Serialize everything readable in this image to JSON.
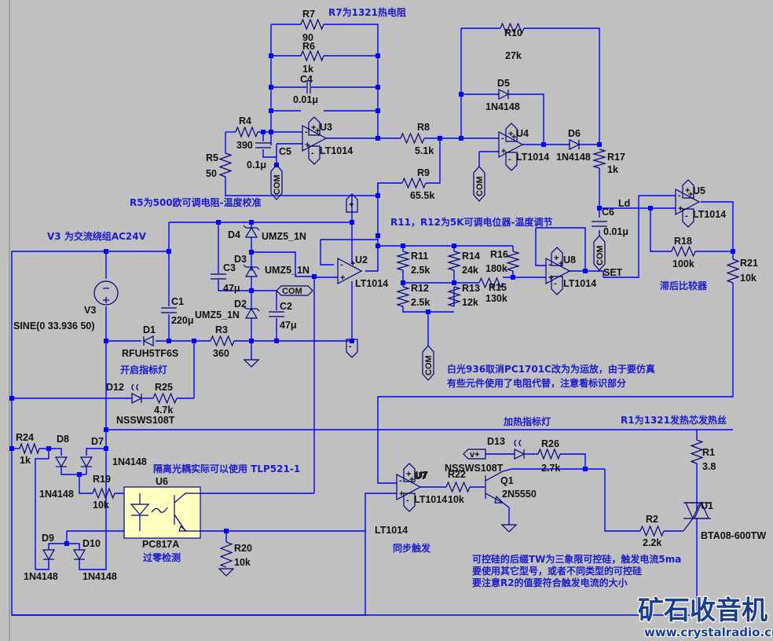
{
  "schematic": {
    "components": {
      "R7": {
        "ref": "R7",
        "value": "90"
      },
      "R6": {
        "ref": "R6",
        "value": "1k"
      },
      "C4": {
        "ref": "C4",
        "value": "0.01μ"
      },
      "R4": {
        "ref": "R4",
        "value": "390"
      },
      "C5": {
        "ref": "C5",
        "value": "0.1μ"
      },
      "R5": {
        "ref": "R5",
        "value": "50"
      },
      "U3": {
        "ref": "U3",
        "value": "LT1014"
      },
      "R8": {
        "ref": "R8",
        "value": "5.1k"
      },
      "R9": {
        "ref": "R9",
        "value": "65.5k"
      },
      "R10": {
        "ref": "R10",
        "value": "27k"
      },
      "D5": {
        "ref": "D5",
        "value": "1N4148"
      },
      "U4": {
        "ref": "U4",
        "value": "LT1014"
      },
      "D6": {
        "ref": "D6",
        "value": "1N4148"
      },
      "R17": {
        "ref": "R17",
        "value": "1k"
      },
      "C6": {
        "ref": "C6",
        "value": "0.01μ"
      },
      "U5": {
        "ref": "U5",
        "value": "LT1014"
      },
      "R18": {
        "ref": "R18",
        "value": "100k"
      },
      "R21": {
        "ref": "R21",
        "value": "10k"
      },
      "U2": {
        "ref": "U2",
        "value": "LT1014"
      },
      "R11": {
        "ref": "R11",
        "value": "2.5k"
      },
      "R12": {
        "ref": "R12",
        "value": "2.5k"
      },
      "R14": {
        "ref": "R14",
        "value": "24k"
      },
      "R13": {
        "ref": "R13",
        "value": "12k"
      },
      "R16": {
        "ref": "R16",
        "value": "180k"
      },
      "R15": {
        "ref": "R15",
        "value": "130k"
      },
      "U8": {
        "ref": "U8",
        "value": "LT1014"
      },
      "V3": {
        "ref": "V3",
        "value": "SINE(0 33.936 50)"
      },
      "C1": {
        "ref": "C1",
        "value": "220μ"
      },
      "D1": {
        "ref": "D1",
        "value": "RFUH5TF6S"
      },
      "D4": {
        "ref": "D4",
        "value": "UMZ5_1N"
      },
      "D3": {
        "ref": "D3",
        "value": "UMZ5_1N"
      },
      "D2": {
        "ref": "D2",
        "value": "UMZ5_1N"
      },
      "C3": {
        "ref": "C3",
        "value": "47μ"
      },
      "C2": {
        "ref": "C2",
        "value": "47μ"
      },
      "R3": {
        "ref": "R3",
        "value": "360"
      },
      "D12": {
        "ref": "D12",
        "value": "NSSWS108T"
      },
      "R25": {
        "ref": "R25",
        "value": "4.7k"
      },
      "R24": {
        "ref": "R24",
        "value": "1k"
      },
      "D8": {
        "ref": "D8",
        "value": "1N4148"
      },
      "D7": {
        "ref": "D7",
        "value": "1N4148"
      },
      "R19": {
        "ref": "R19",
        "value": "10k"
      },
      "D9": {
        "ref": "D9",
        "value": "1N4148"
      },
      "D10": {
        "ref": "D10",
        "value": "1N4148"
      },
      "U6": {
        "ref": "U6",
        "value": "PC817A"
      },
      "R20": {
        "ref": "R20",
        "value": "10k"
      },
      "U7": {
        "ref": "U7",
        "value": "LT1014"
      },
      "R22": {
        "ref": "R22",
        "value": "10k"
      },
      "Q1": {
        "ref": "Q1",
        "value": "2N5550"
      },
      "D13": {
        "ref": "D13",
        "value": "NSSWS108T"
      },
      "R26": {
        "ref": "R26",
        "value": "2.7k"
      },
      "R2": {
        "ref": "R2",
        "value": "2.2k"
      },
      "R1": {
        "ref": "R1",
        "value": "3.8"
      },
      "U1": {
        "ref": "U1",
        "value": "BTA08-600TW"
      }
    },
    "net_labels": {
      "com": "COM",
      "vplus": "v+",
      "ld": "Ld",
      "set": "SET"
    },
    "supply_symbols": {
      "plus": "+",
      "minus": "-"
    },
    "opamp_pins": {
      "plus": "+",
      "minus": "-"
    },
    "notes": {
      "r7": "R7为1321热电阻",
      "r5": "R5为500欧可调电阻-温度校准",
      "v3": "V3 为交流绕组AC24V",
      "r11_r12": "R11，R12为5K可调电位器-温度调节",
      "hysteresis": "滞后比较器",
      "power_led": "开启指标灯",
      "optocoupler": "隔离光耦实际可以使用 TLP521-1",
      "zero_cross": "过零检测",
      "replacement_1": "白光936取消PC1701C改为为运放，由于要仿真",
      "replacement_2": "有些元件使用了电阻代替，注意看标识部分",
      "heat_led": "加热指标灯",
      "r1": "R1为1321发热芯发热丝",
      "sync": "同步触发",
      "triac_1": "可控硅的后缀TW为三象限可控硅，触发电流5ma",
      "triac_2": "要使用其它型号，或者不同类型的可控硅",
      "triac_3": "要注意R2的值要符合触发电流的大小"
    },
    "watermark": {
      "title": "矿石收音机",
      "url": "www.crystalradio.cn"
    },
    "colors": {
      "background": "#c0c0c0",
      "wire": "#0000ff",
      "component": "#000080",
      "note_text": "#1a1ad0",
      "optocoupler_fill": "#ffffc0",
      "watermark": "#1a3f8a"
    }
  }
}
